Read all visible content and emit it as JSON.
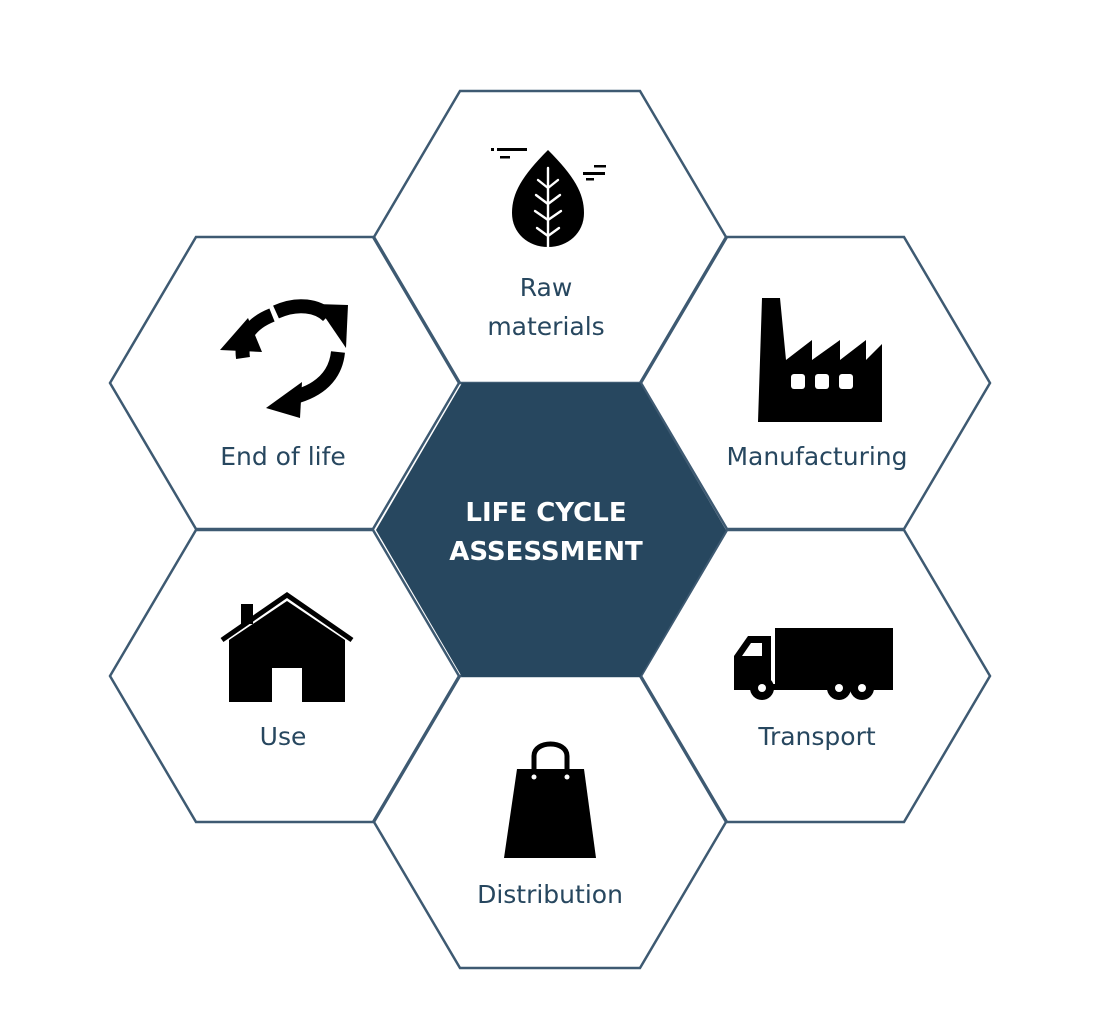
{
  "center": {
    "line1": "LIFE CYCLE",
    "line2": "ASSESSMENT"
  },
  "stages": {
    "raw_materials": {
      "line1": "Raw",
      "line2": "materials",
      "icon": "leaf-icon"
    },
    "manufacturing": {
      "label": "Manufacturing",
      "icon": "factory-icon"
    },
    "transport": {
      "label": "Transport",
      "icon": "truck-icon"
    },
    "distribution": {
      "label": "Distribution",
      "icon": "shopping-bag-icon"
    },
    "use": {
      "label": "Use",
      "icon": "house-icon"
    },
    "end_of_life": {
      "label": "End of life",
      "icon": "recycle-icon"
    }
  },
  "colors": {
    "accent": "#27475f",
    "outline": "#3e5a72",
    "icon": "#000000"
  }
}
